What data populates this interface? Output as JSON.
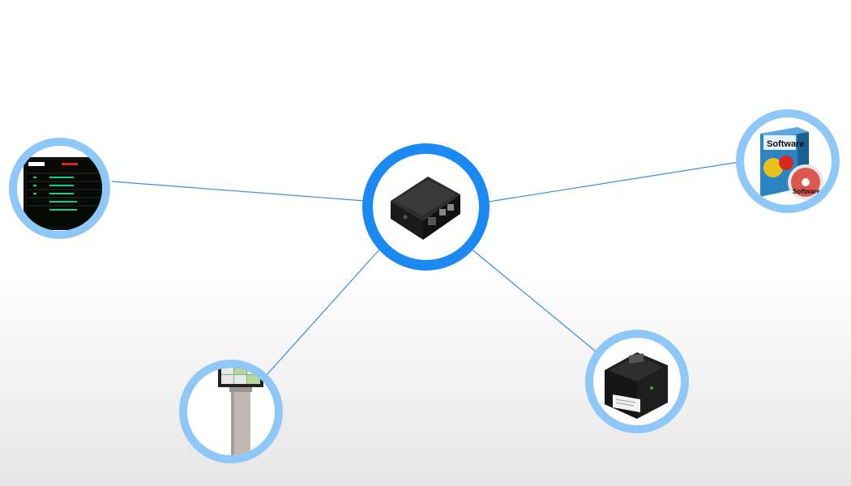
{
  "diagram": {
    "colors": {
      "line": "#3a8fe0",
      "hub_ring": "#1a8af2",
      "node_ring": "#8ec8f8"
    },
    "hub": {
      "icon": "mini-computer-icon"
    },
    "nodes": [
      {
        "id": "display",
        "icon": "queue-display-monitor-icon"
      },
      {
        "id": "software",
        "icon": "software-box-icon",
        "box_label": "Software",
        "disc_label": "Software"
      },
      {
        "id": "kiosk",
        "icon": "ticket-kiosk-icon"
      },
      {
        "id": "printer",
        "icon": "label-printer-icon"
      }
    ]
  }
}
